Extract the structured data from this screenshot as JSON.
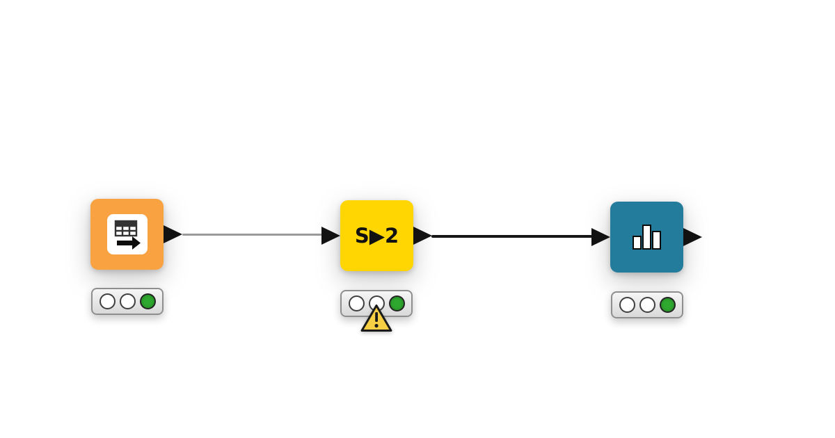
{
  "canvas": {
    "background": "#ffffff"
  },
  "workflow": {
    "port_color": "#121212",
    "nodes": [
      {
        "name": "table-reader-node",
        "icon": "table-with-arrow-icon",
        "color": "#F9A242",
        "status": {
          "lights": [
            "off",
            "off",
            "on"
          ],
          "on_color": "#2FA82F",
          "warning": false
        }
      },
      {
        "name": "string-to-number-node",
        "icon_text": "S▶2",
        "color": "#FFD602",
        "status": {
          "lights": [
            "off",
            "off",
            "on"
          ],
          "on_color": "#2FA82F",
          "warning": true
        }
      },
      {
        "name": "chart-view-node",
        "icon": "bar-chart-icon",
        "color": "#247C9C",
        "status": {
          "lights": [
            "off",
            "off",
            "on"
          ],
          "on_color": "#2FA82F",
          "warning": false
        }
      }
    ],
    "connections": [
      {
        "from": 0,
        "to": 1,
        "color": "#9a9a9a"
      },
      {
        "from": 1,
        "to": 2,
        "color": "#161616"
      }
    ],
    "warning_color": "#F6CF45"
  }
}
